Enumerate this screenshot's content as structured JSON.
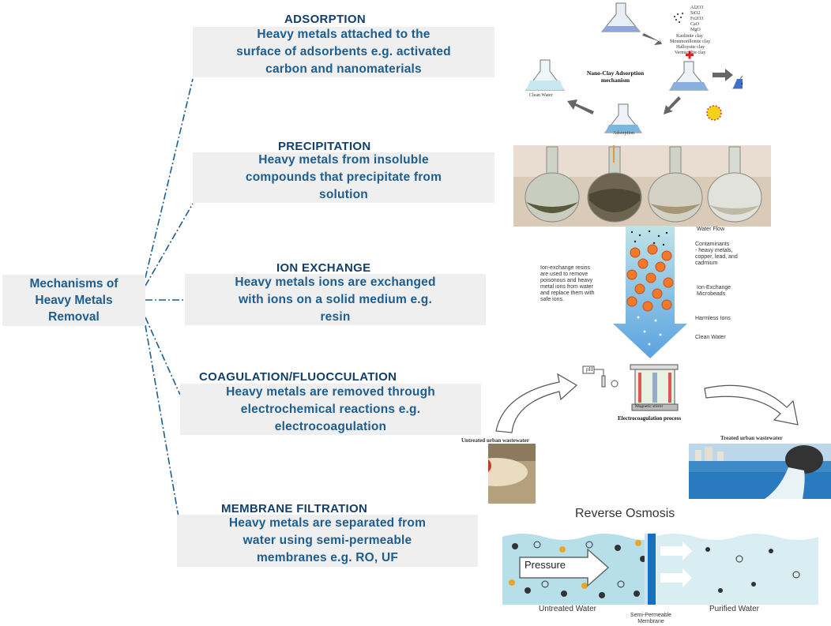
{
  "center": {
    "line1": "Mechanisms of",
    "line2": "Heavy Metals",
    "line3": "Removal"
  },
  "mechanisms": [
    {
      "title": "ADSORPTION",
      "line1": "Heavy metals attached to the",
      "line2": "surface of adsorbents e.g. activated",
      "line3": "carbon and nanomaterials"
    },
    {
      "title": "PRECIPITATION",
      "line1": "Heavy metals from insoluble",
      "line2": "compounds that precipitate from",
      "line3": "solution"
    },
    {
      "title": "ION EXCHANGE",
      "line1": "Heavy metals ions are exchanged",
      "line2": "with ions on a solid medium e.g.",
      "line3": "resin"
    },
    {
      "title": "COAGULATION/FLUOCCULATION",
      "line1": "Heavy metals are removed through",
      "line2": "electrochemical reactions e.g.",
      "line3": "electrocoagulation"
    },
    {
      "title": "MEMBRANE FILTRATION",
      "line1": "Heavy metals are separated from",
      "line2": "water using semi-permeable",
      "line3": "membranes e.g. RO, UF"
    }
  ],
  "adsorption_figure": {
    "mechanism_line1": "Nano-Clay Adsorption",
    "mechanism_line2": "mechanism",
    "clean_water": "Clean Water",
    "adsorption": "Adsorption",
    "oxides": [
      "Al2O3",
      "SiO2",
      "Fe2O3",
      "CaO",
      "MgO"
    ],
    "clays": [
      "Kaolinite clay",
      "Montmorillonite clay",
      "Halloysite clay",
      "Vermiculite clay"
    ]
  },
  "ion_exchange_figure": {
    "water_flow": "Water Flow",
    "contaminants": [
      "Contaminants",
      "- heavy metals,",
      "copper, lead, and",
      "cadmium"
    ],
    "description": [
      "Ion-exchange resins",
      "are used to remove",
      "poisonous and heavy",
      "metal ions from water",
      "and replace them with",
      "safe ions."
    ],
    "microbeads": [
      "Ion-Exchange",
      "Microbeads"
    ],
    "harmless_ions": "Harmless Ions",
    "clean_water": "Clean Water"
  },
  "coagulation_figure": {
    "ph_label": "pH",
    "stirrer": "Magnetic stirrer",
    "process": "Electrocoagulation process",
    "untreated": "Untreated urban wastewater",
    "treated": "Treated urban wastewater"
  },
  "ro_figure": {
    "title": "Reverse Osmosis",
    "pressure": "Pressure",
    "untreated": "Untreated Water",
    "purified": "Purified Water",
    "membrane_line1": "Semi-Permeable",
    "membrane_line2": "Membrane"
  },
  "colors": {
    "box_text": "#1d5d8f",
    "title_text": "#123f6b",
    "box_bg": "#efefef",
    "connector": "#1d5d8f"
  }
}
